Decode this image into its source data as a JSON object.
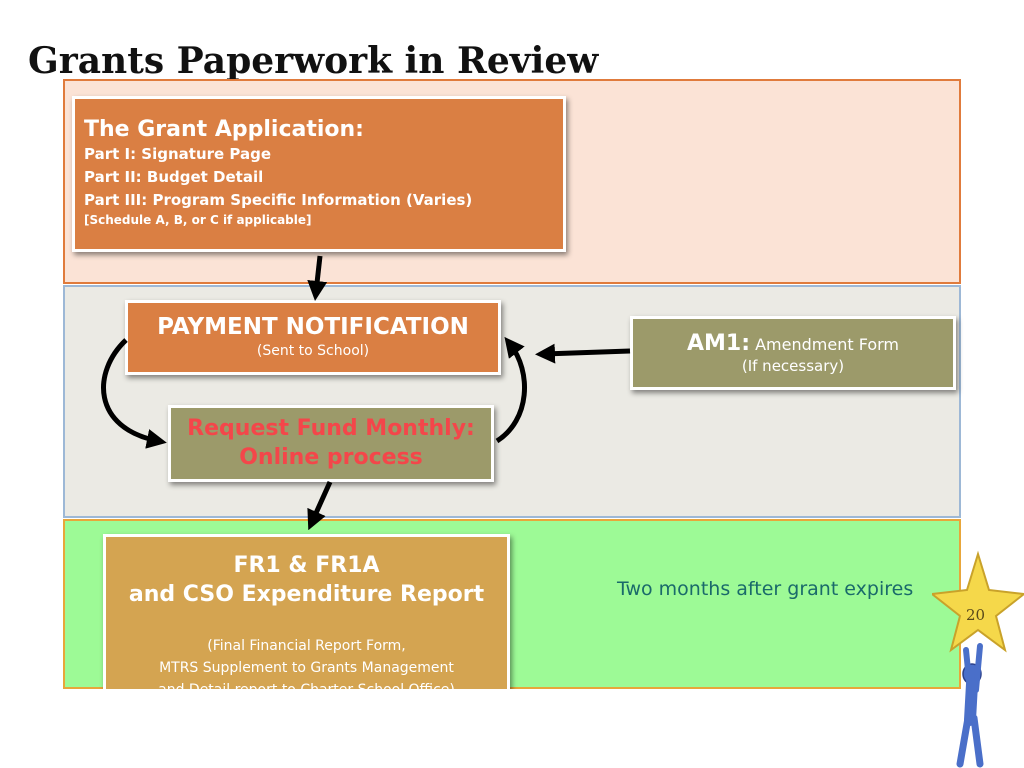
{
  "title": "Grants Paperwork in Review",
  "application": {
    "heading": "The Grant Application:",
    "part1": "Part I: Signature Page",
    "part2": "Part II: Budget Detail",
    "part3": "Part III: Program Specific Information (Varies)",
    "schedule": "[Schedule A, B, or C if applicable]"
  },
  "payment": {
    "heading": "PAYMENT NOTIFICATION",
    "sub": "(Sent to School)"
  },
  "request": {
    "line1": "Request Fund Monthly:",
    "line2": "Online process"
  },
  "amendment": {
    "code": "AM1:",
    "label": "Amendment Form",
    "sub": "(If necessary)"
  },
  "final_report": {
    "line1": "FR1 & FR1A",
    "line2": "and CSO Expenditure Report",
    "detail1": "(Final Financial Report Form,",
    "detail2": "MTRS Supplement to Grants Management",
    "detail3": "and Detail report to Charter School Office)"
  },
  "timing_note": "Two months after grant expires",
  "page_number": "20",
  "colors": {
    "stage_orange": "#da7f43",
    "stage_olive": "#9c9a6a",
    "stage_gold": "#d4a451",
    "request_text": "#f4464a",
    "band_top": "#fbe3d6",
    "band_middle": "#ebeae4",
    "band_bottom": "#9dfa96"
  }
}
